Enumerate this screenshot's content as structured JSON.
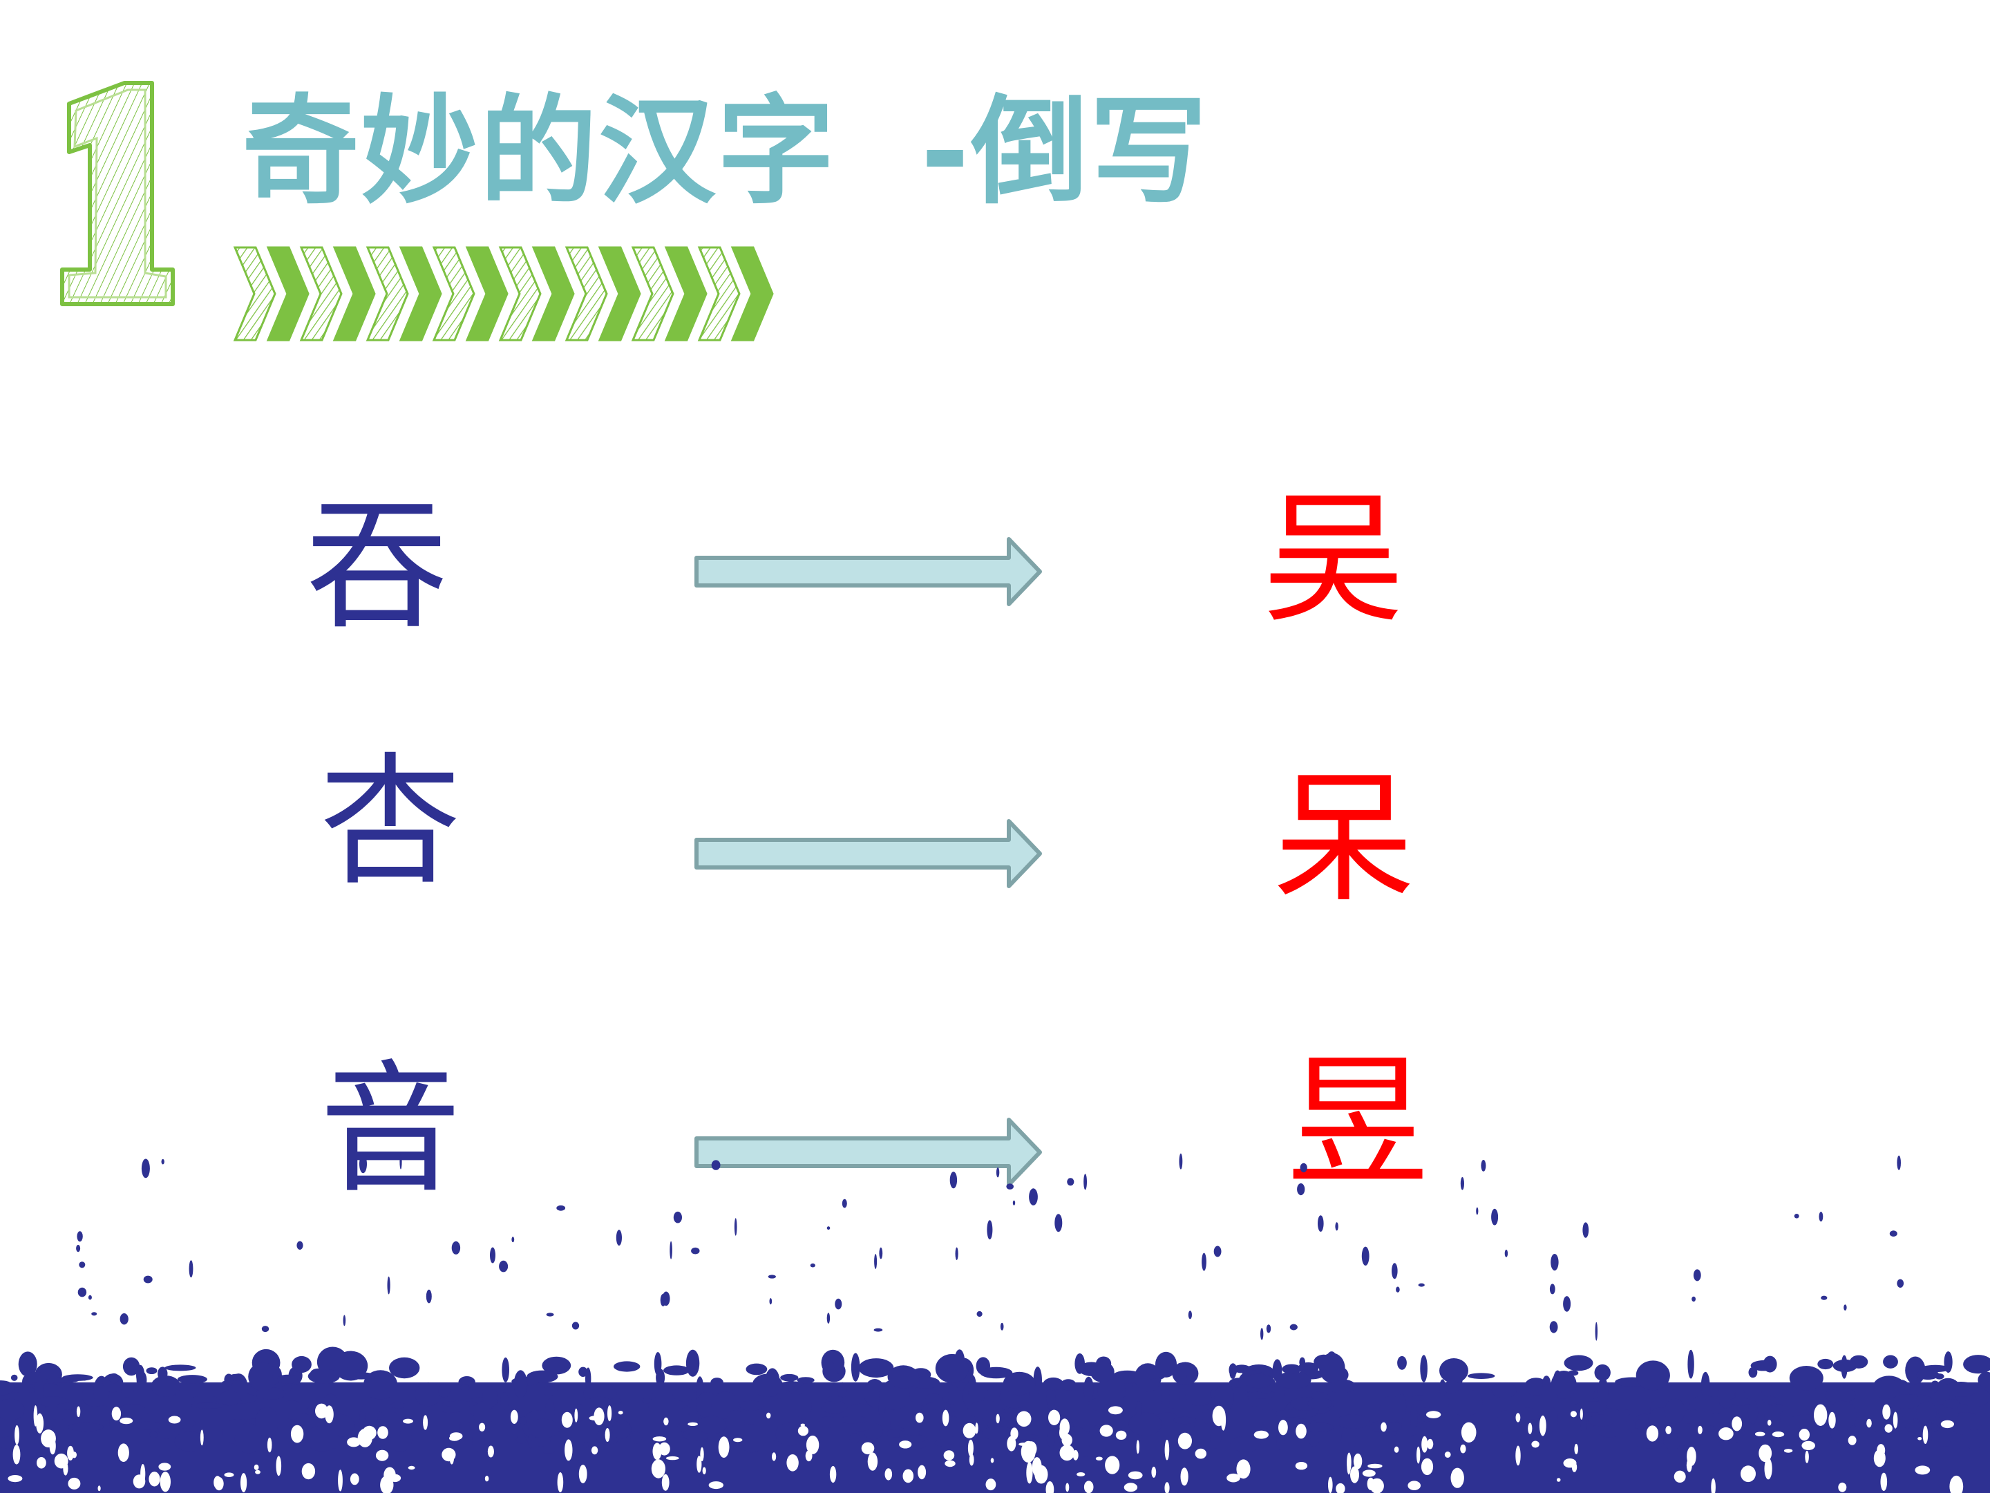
{
  "slide": {
    "number": "1",
    "title": "奇妙的汉字  -倒写",
    "pairs": [
      {
        "source": "吞",
        "target": "吴"
      },
      {
        "source": "杏",
        "target": "呆"
      },
      {
        "source": "音",
        "target": "昱"
      }
    ]
  },
  "colors": {
    "title": "#74bcc5",
    "number_and_chevrons": "#7dc142",
    "source_chars": "#2e3192",
    "target_chars": "#ff0000",
    "arrow_fill": "#bfe1e5",
    "arrow_stroke": "#7fa3a7",
    "ground": "#2e3192"
  },
  "icons": {
    "number": "sketched-number-one",
    "divider": "green-chevrons",
    "arrow": "right-arrow-icon",
    "ground": "paint-splatter-ground"
  }
}
